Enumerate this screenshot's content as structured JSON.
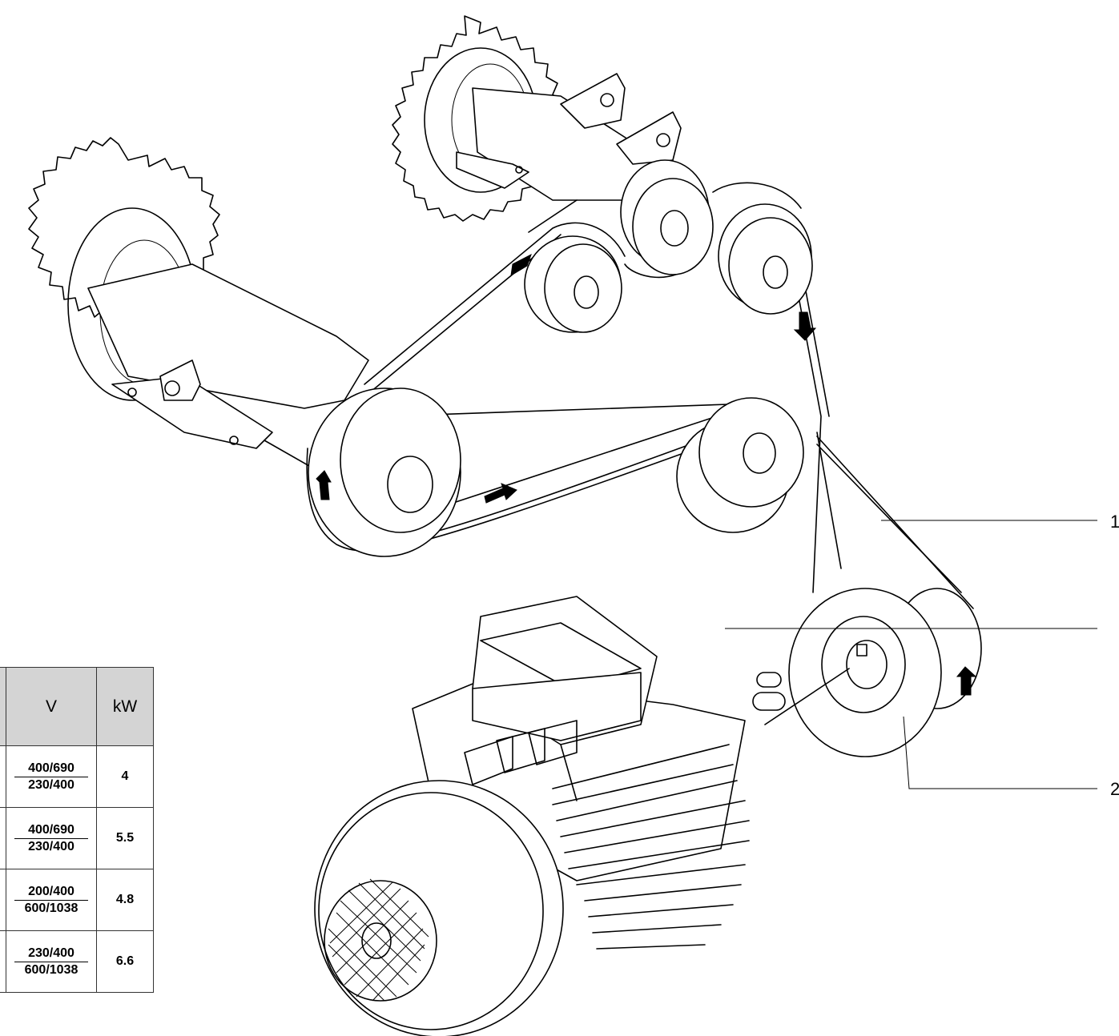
{
  "callouts": [
    "1",
    "2"
  ],
  "arrow_icon": "direction-arrow-icon",
  "table": {
    "headers": {
      "voltage": "V",
      "power": "kW"
    },
    "rows": [
      {
        "v_top": "400/690",
        "v_bottom": "230/400",
        "kw": "4"
      },
      {
        "v_top": "400/690",
        "v_bottom": "230/400",
        "kw": "5.5"
      },
      {
        "v_top": "200/400",
        "v_bottom": "600/1038",
        "kw": "4.8"
      },
      {
        "v_top": "230/400",
        "v_bottom": "600/1038",
        "kw": "6.6"
      }
    ]
  }
}
